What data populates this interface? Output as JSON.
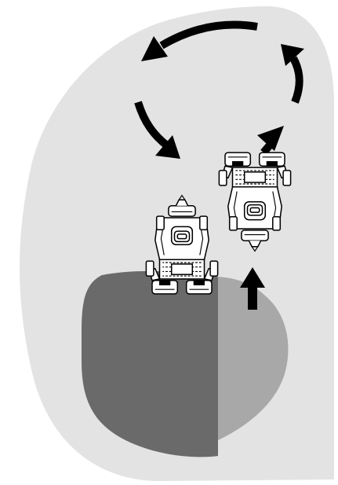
{
  "diagram": {
    "field_color": "#e3e3e3",
    "cut_area_color": "#6a6a6a",
    "cut_strip_color": "#a8a8a8",
    "arrow_color": "#000000",
    "mower_body_color": "#ffffff",
    "mower_line_color": "#000000",
    "arrows": [
      {
        "name": "turn-arrow-right",
        "icon": "curved-arrow-up-icon"
      },
      {
        "name": "turn-arrow-top",
        "icon": "curved-arrow-left-icon"
      },
      {
        "name": "turn-arrow-left",
        "icon": "curved-arrow-down-icon"
      },
      {
        "name": "exit-arrow",
        "icon": "arrow-up-right-icon"
      },
      {
        "name": "entry-arrow",
        "icon": "arrow-up-icon"
      }
    ],
    "mowers": [
      {
        "name": "mower-turning",
        "icon": "mower-icon"
      },
      {
        "name": "mower-leaving",
        "icon": "mower-icon"
      }
    ]
  }
}
